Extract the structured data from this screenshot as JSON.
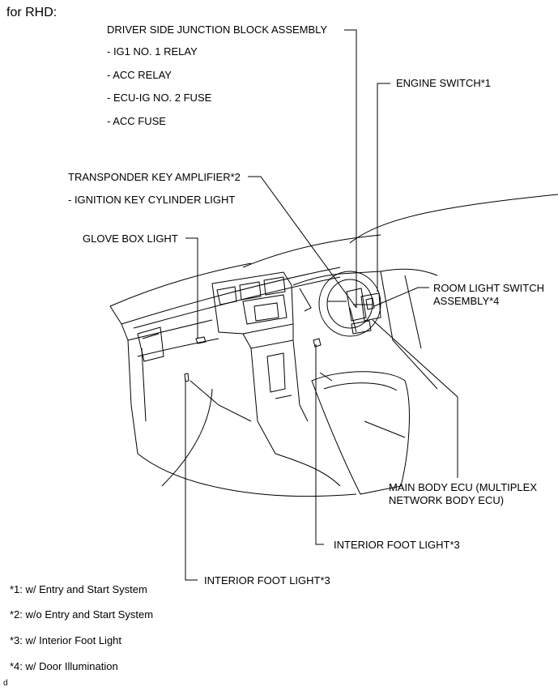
{
  "heading": "for RHD:",
  "labels": {
    "driver_jb": "DRIVER SIDE JUNCTION BLOCK ASSEMBLY",
    "ig1_relay": "- IG1 NO. 1 RELAY",
    "acc_relay": "- ACC RELAY",
    "ecu_ig_fuse": "- ECU-IG NO. 2 FUSE",
    "acc_fuse": "- ACC FUSE",
    "engine_switch": "ENGINE SWITCH*1",
    "transponder": "TRANSPONDER KEY AMPLIFIER*2",
    "ign_key_light": "- IGNITION KEY CYLINDER LIGHT",
    "glove_box": "GLOVE BOX LIGHT",
    "room_light_1": "ROOM LIGHT SWITCH",
    "room_light_2": "ASSEMBLY*4",
    "main_body_1": "MAIN BODY ECU (MULTIPLEX",
    "main_body_2": "NETWORK BODY ECU)",
    "foot_light_right": "INTERIOR FOOT LIGHT*3",
    "foot_light_left": "INTERIOR FOOT LIGHT*3"
  },
  "notes": [
    "*1: w/ Entry and Start System",
    "*2: w/o Entry and Start System",
    "*3: w/ Interior Foot Light",
    "*4: w/ Door Illumination"
  ],
  "corner_mark": "d"
}
